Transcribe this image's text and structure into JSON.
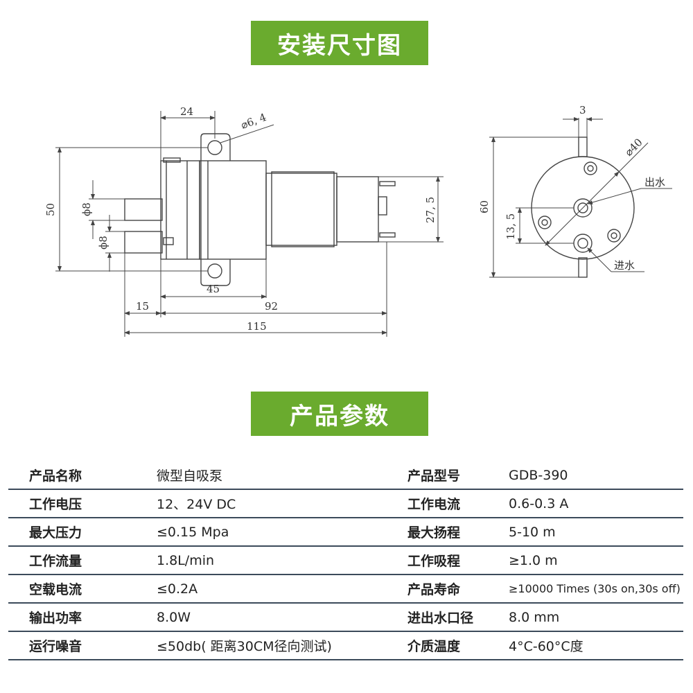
{
  "sections": {
    "install_title": "安装尺寸图",
    "params_title": "产品参数"
  },
  "drawing": {
    "side_view": {
      "dim_24": "24",
      "dim_hole": "⌀6, 4",
      "dim_50": "50",
      "dim_phi8_top": "ϕ8",
      "dim_phi8_bottom": "ϕ8",
      "dim_27_5": "27, 5",
      "dim_45": "45",
      "dim_15": "15",
      "dim_92": "92",
      "dim_115": "115"
    },
    "end_view": {
      "dim_3": "3",
      "dim_40": "⌀40",
      "dim_60": "60",
      "dim_13_5": "13, 5",
      "outlet_label": "出水",
      "inlet_label": "进水"
    }
  },
  "params": [
    {
      "k1": "产品名称",
      "v1": "微型自吸泵",
      "k2": "产品型号",
      "v2": "GDB-390"
    },
    {
      "k1": "工作电压",
      "v1": "12、24V DC",
      "k2": "工作电流",
      "v2": "0.6-0.3 A"
    },
    {
      "k1": "最大压力",
      "v1": "≤0.15 Mpa",
      "k2": "最大扬程",
      "v2": "5-10 m"
    },
    {
      "k1": "工作流量",
      "v1": "1.8L/min",
      "k2": "工作吸程",
      "v2": "≥1.0 m"
    },
    {
      "k1": "空载电流",
      "v1": "≤0.2A",
      "k2": "产品寿命",
      "v2": "≥10000 Times (30s on,30s off)"
    },
    {
      "k1": "输出功率",
      "v1": "8.0W",
      "k2": "进出水口径",
      "v2": "8.0 mm"
    },
    {
      "k1": "运行噪音",
      "v1": "≤50db( 距离30CM径向测试)",
      "k2": "介质温度",
      "v2": "4°C-60°C度"
    }
  ],
  "colors": {
    "banner": "#6aab2e",
    "table_rule": "#3b4a5a",
    "line": "#444444"
  }
}
